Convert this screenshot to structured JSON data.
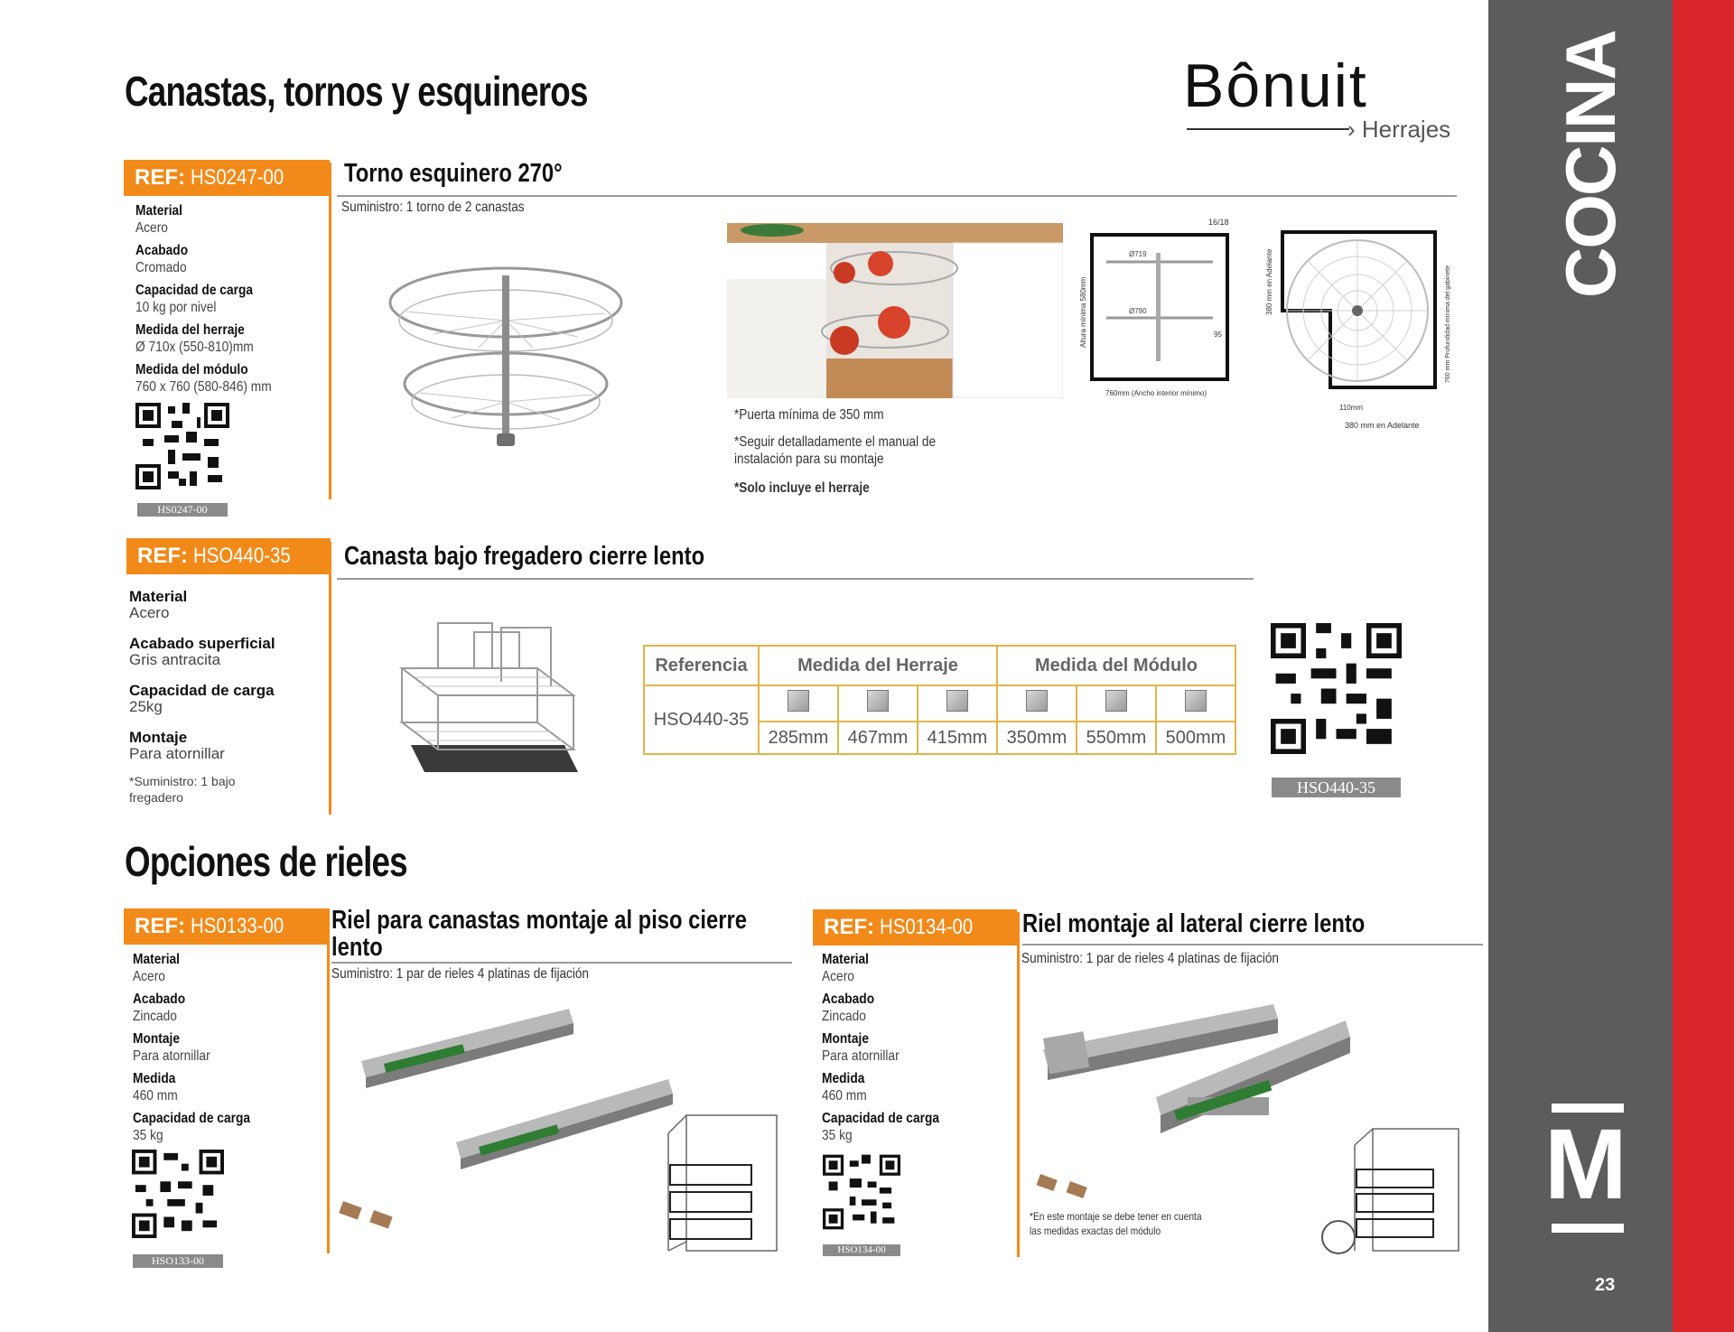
{
  "header": {
    "title": "Canastas, tornos y esquineros",
    "brand_name": "Bônuit",
    "brand_sub": "Herrajes"
  },
  "sidebar": {
    "section": "COCINA",
    "letter": "M",
    "page_number": "23"
  },
  "colors": {
    "accent_orange": "#f28a1a",
    "sidebar_gray": "#5c5c5c",
    "brand_red": "#d9262b",
    "table_border": "#e0b64a"
  },
  "products": {
    "p1": {
      "ref_label": "REF:",
      "ref_code": "HS0247-00",
      "title": "Torno esquinero 270°",
      "supply": "Suministro: 1 torno de 2 canastas",
      "specs": [
        {
          "label": "Material",
          "value": "Acero"
        },
        {
          "label": "Acabado",
          "value": "Cromado"
        },
        {
          "label": "Capacidad de carga",
          "value": "10 kg por nivel"
        },
        {
          "label": "Medida del herraje",
          "value": "Ø 710x (550-810)mm"
        },
        {
          "label": "Medida del módulo",
          "value": "760 x 760 (580-846) mm"
        }
      ],
      "qr_caption": "HS0247-00",
      "notes": [
        "*Puerta mínima de 350 mm",
        "*Seguir detalladamente el manual de",
        "instalación para su montaje",
        "*Solo incluye el herraje"
      ],
      "diagram1": {
        "top": "16/18",
        "d1": "Ø719",
        "d2": "Ø790",
        "side": "Altura mínima 580mm",
        "right": "95",
        "bottom": "760mm (Ancho interior mínimo)"
      },
      "diagram2": {
        "left": "380 mm en Adelante",
        "right": "760 mm Profundidad mínima del gabinete",
        "b1": "110mm",
        "b2": "380 mm en Adelante"
      }
    },
    "p2": {
      "ref_label": "REF:",
      "ref_code": "HSO440-35",
      "title": "Canasta bajo fregadero cierre lento",
      "specs": [
        {
          "label": "Material",
          "value": "Acero"
        },
        {
          "label": "Acabado superficial",
          "value": "Gris antracita"
        },
        {
          "label": "Capacidad de carga",
          "value": "25kg"
        },
        {
          "label": "Montaje",
          "value": "Para atornillar"
        }
      ],
      "supply": "*Suministro: 1 bajo",
      "supply2": "fregadero",
      "table": {
        "h_ref": "Referencia",
        "h_herraje": "Medida del Herraje",
        "h_modulo": "Medida del Módulo",
        "ref": "HSO440-35",
        "values": [
          "285mm",
          "467mm",
          "415mm",
          "350mm",
          "550mm",
          "500mm"
        ]
      },
      "qr_caption": "HSO440-35"
    }
  },
  "section2": {
    "title": "Opciones de rieles"
  },
  "rails": {
    "r1": {
      "ref_label": "REF:",
      "ref_code": "HS0133-00",
      "title_line1": "Riel para canastas montaje al piso cierre",
      "title_line2": "lento",
      "supply": "Suministro: 1 par de rieles 4 platinas de fijación",
      "specs": [
        {
          "label": "Material",
          "value": "Acero"
        },
        {
          "label": "Acabado",
          "value": "Zincado"
        },
        {
          "label": "Montaje",
          "value": "Para atornillar"
        },
        {
          "label": "Medida",
          "value": "460 mm"
        },
        {
          "label": "Capacidad de carga",
          "value": "35 kg"
        }
      ],
      "qr_caption": "HSO133-00"
    },
    "r2": {
      "ref_label": "REF:",
      "ref_code": "HS0134-00",
      "title": "Riel montaje al lateral cierre lento",
      "supply": "Suministro: 1 par de rieles 4 platinas de fijación",
      "specs": [
        {
          "label": "Material",
          "value": "Acero"
        },
        {
          "label": "Acabado",
          "value": "Zincado"
        },
        {
          "label": "Montaje",
          "value": "Para atornillar"
        },
        {
          "label": "Medida",
          "value": "460 mm"
        },
        {
          "label": "Capacidad de carga",
          "value": "35 kg"
        }
      ],
      "note1": "*En este montaje se debe tener en cuenta",
      "note2": "las medidas exactas del módulo",
      "qr_caption": "HSO134-00"
    }
  }
}
